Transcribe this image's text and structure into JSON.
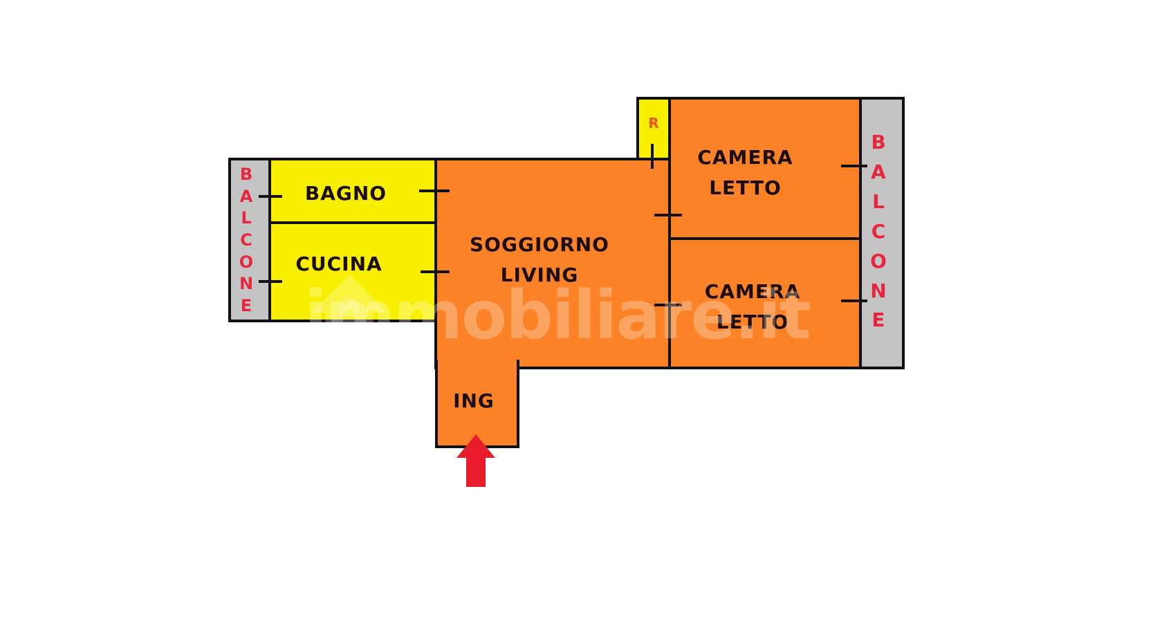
{
  "floorplan": {
    "rooms": [
      {
        "id": "balcone-left",
        "label": "BALCONE"
      },
      {
        "id": "bagno",
        "label": "BAGNO"
      },
      {
        "id": "cucina",
        "label": "CUCINA"
      },
      {
        "id": "soggiorno",
        "label": "SOGGIORNO\nLIVING"
      },
      {
        "id": "ripostiglio",
        "label": "R"
      },
      {
        "id": "camera-1",
        "label": "CAMERA\nLETTO"
      },
      {
        "id": "camera-2",
        "label": "CAMERA\nLETTO"
      },
      {
        "id": "balcone-right",
        "label": "BALCONE"
      },
      {
        "id": "ingresso",
        "label": "ING"
      }
    ],
    "entrance_marker": "entrance-arrow",
    "watermark": "immobiliare.it",
    "colors": {
      "service_rooms": "#f9f000",
      "living_rooms": "#fb8226",
      "balcony": "#c4c4c4",
      "balcony_text": "#e8273e",
      "entrance_arrow": "#e81c2a",
      "walls": "#111111"
    }
  }
}
